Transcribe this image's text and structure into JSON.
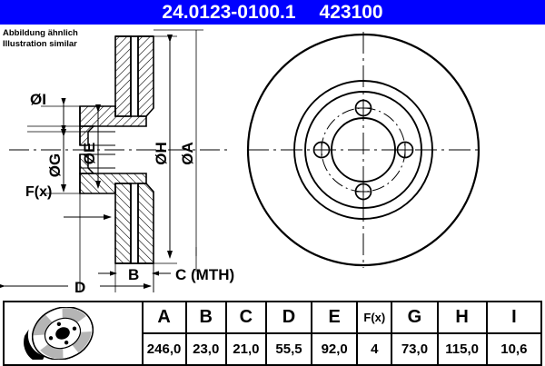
{
  "header": {
    "part_number": "24.0123-0100.1",
    "article_number": "423100",
    "background_color": "#0000ff",
    "text_color": "#ffffff"
  },
  "note": {
    "line_de": "Abbildung ähnlich",
    "line_en": "Illustration similar"
  },
  "drawing": {
    "title": "brake-disc-technical-drawing",
    "section_view_labels": [
      {
        "id": "dia-I",
        "text": "ØI"
      },
      {
        "id": "dia-G",
        "text": "ØG"
      },
      {
        "id": "dia-E",
        "text": "ØE"
      },
      {
        "id": "dia-H",
        "text": "ØH"
      },
      {
        "id": "dia-A",
        "text": "ØA"
      },
      {
        "id": "fx",
        "text": "F(x)"
      },
      {
        "id": "dim-B",
        "text": "B"
      },
      {
        "id": "dim-C",
        "text": "C (MTH)"
      },
      {
        "id": "dim-D",
        "text": "D"
      }
    ],
    "front_view": {
      "bolt_holes": 4,
      "description": "front view with concentric circles and bolt circle"
    }
  },
  "table": {
    "columns": [
      "A",
      "B",
      "C",
      "D",
      "E",
      "F(x)",
      "G",
      "H",
      "I"
    ],
    "values": [
      "246,0",
      "23,0",
      "21,0",
      "55,5",
      "92,0",
      "4",
      "73,0",
      "115,0",
      "10,6"
    ],
    "thumbnail": "vented-brake-disc-photo"
  }
}
